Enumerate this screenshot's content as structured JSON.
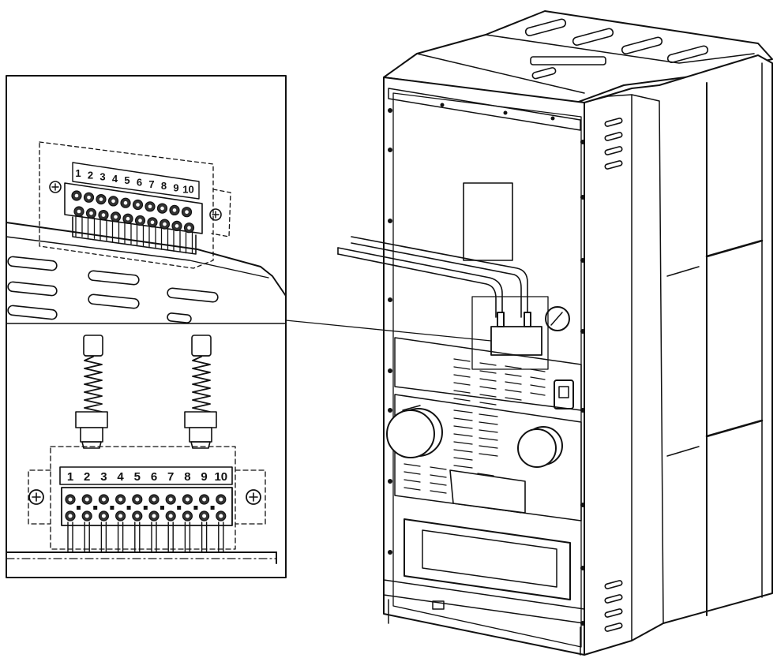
{
  "terminal_numbers": [
    "1",
    "2",
    "3",
    "4",
    "5",
    "6",
    "7",
    "8",
    "9",
    "10"
  ],
  "colors": {
    "line": "#111111",
    "fill": "#ffffff",
    "shade": "#f2f2f2"
  }
}
